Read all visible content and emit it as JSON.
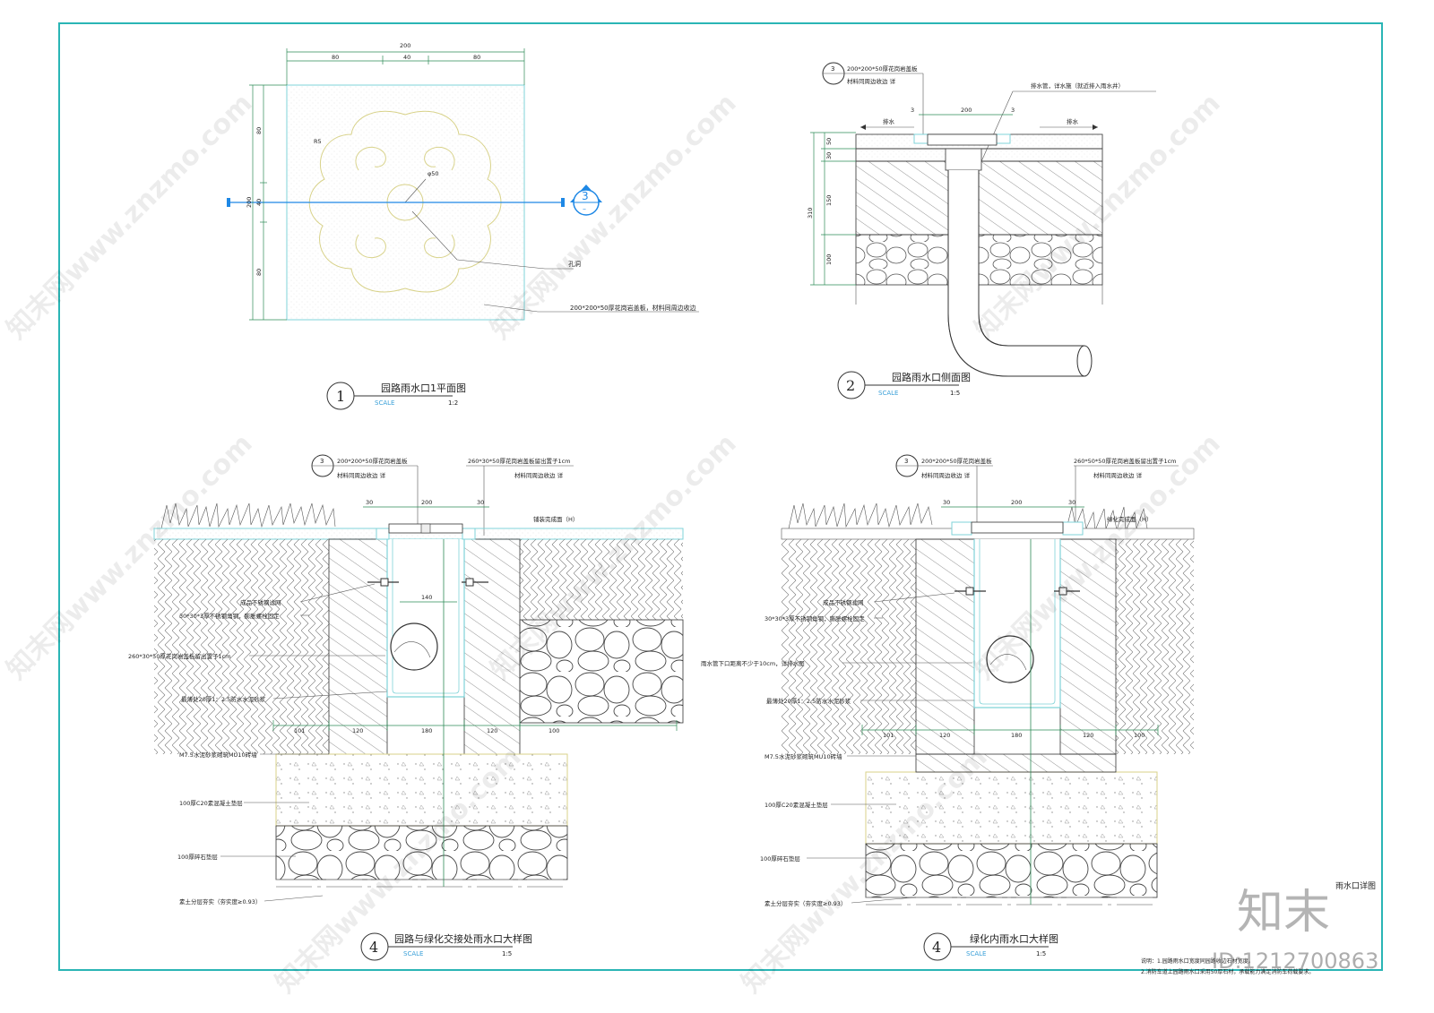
{
  "drawing_title": "雨水口详图",
  "plan": {
    "dims_top_total": "200",
    "dims_top": [
      "80",
      "40",
      "80"
    ],
    "dims_left": [
      "80",
      "40",
      "80"
    ],
    "dims_left_total": "200",
    "callout_hole": "孔洞",
    "callout_phi": "φ50",
    "callout_r": "R5",
    "callout_cover": "200*200*50厚花岗岩盖板，材料同周边收边",
    "section_mark": "3",
    "title": "园路雨水口1平面图",
    "num": "1",
    "scale_label": "SCALE",
    "scale": "1:2"
  },
  "side": {
    "tag_num": "3",
    "tag_line1": "200*200*50厚花岗岩盖板",
    "tag_line2": "材料同周边收边 详",
    "pipe_note": "排水管，详水施（就近排入雨水井）",
    "drain_left": "排水",
    "drain_right": "排水",
    "dim_top": "200",
    "dim_small_l": "3",
    "dim_small_r": "3",
    "dims_left": [
      "50",
      "30",
      "150",
      "100"
    ],
    "dim_total": "310",
    "title": "园路雨水口侧面图",
    "num": "2",
    "scale_label": "SCALE",
    "scale": "1:5"
  },
  "detail_a": {
    "tag_num": "3",
    "tag_line1": "200*200*50厚花岗岩盖板",
    "tag_line2": "材料同周边收边 详",
    "tag2_line1": "260*30*50厚花岗岩盖板留出置子1cm",
    "tag2_line2": "材料同周边收边 详",
    "finish": "铺装完成面（H）",
    "dims_top": [
      "30",
      "200",
      "30"
    ],
    "dim_inner": "140",
    "dims_bottom": [
      "101",
      "120",
      "180",
      "120",
      "100"
    ],
    "labels": [
      "成品不锈钢滤网",
      "30*30*3厚不锈钢角钢，膨胀螺栓固定",
      "260*30*50厚花岗岩盖板留出置子1cm",
      "最薄处20厚1：2.5防水水泥砂浆",
      "M7.5水泥砂浆砌筑MU10砖墙",
      "100厚C20素混凝土垫层",
      "100厚碎石垫层",
      "素土分层夯实（夯实度≥0.93）"
    ],
    "title": "园路与绿化交接处雨水口大样图",
    "num": "4",
    "scale_label": "SCALE",
    "scale": "1:5"
  },
  "detail_b": {
    "tag_num": "3",
    "tag_line1": "200*200*50厚花岗岩盖板",
    "tag_line2": "材料同周边收边 详",
    "tag2_line1": "260*50*50厚花岗岩盖板留出置子1cm",
    "tag2_line2": "材料同周边收边 详",
    "finish": "绿化完成面（H）",
    "dims_top": [
      "30",
      "200",
      "30"
    ],
    "dims_bottom": [
      "101",
      "120",
      "180",
      "120",
      "100"
    ],
    "labels": [
      "成品不锈钢滤网",
      "30*30*3厚不锈钢角钢，膨胀螺栓固定",
      "雨水管下口距离不少于10cm，详排水图",
      "最薄处20厚1：2.5防水水泥砂浆",
      "M7.5水泥砂浆砌筑MU10砖墙",
      "100厚C20素混凝土垫层",
      "100厚碎石垫层",
      "素土分层夯实（夯实度≥0.93）"
    ],
    "title": "绿化内雨水口大样图",
    "num": "4",
    "scale_label": "SCALE",
    "scale": "1:5"
  },
  "notes": [
    "说明：1.园路雨水口宽度同园路收边石材宽度。",
    "2.消防车道上园路雨水口采用50厚石材，承载能力满足消防车荷载要求。"
  ],
  "watermark": {
    "text": "知末网www.znzmo.com",
    "logo": "知末",
    "id": "ID:1212700863"
  },
  "colors": {
    "frame": "#2ab5b5",
    "cyan": "#7fd3d8",
    "dimension": "#2e8b57",
    "section_mark": "#1e88e5"
  }
}
